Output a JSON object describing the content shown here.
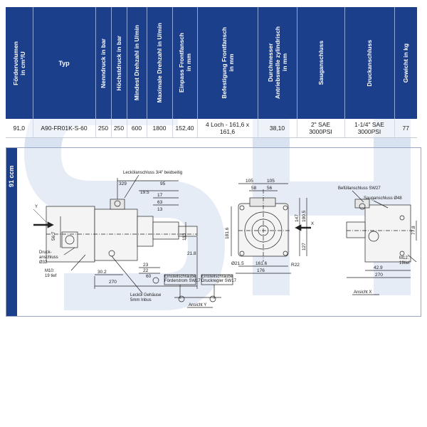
{
  "colors": {
    "header_bg": "#1c3f8c",
    "header_text": "#ffffff",
    "watermark": "#d9e2f1"
  },
  "table": {
    "headers": [
      "Fördervolumen\nin cm³/U",
      "Typ",
      "Nenndruck in bar",
      "Höchstdruck in bar",
      "Mindest Drehzahl in U/min",
      "Maximale Drehzahl  in U/min",
      "Einpass Frontfansch\nin mm",
      "Befestigung Frontfansch\nin mm",
      "Durchmesser\nAntriebswelle zylindrisch\nin mm",
      "Sauganschluss",
      "Druckanschluss",
      "Gewicht in kg"
    ],
    "row": [
      "91,0",
      "A90-FR01K-S-60",
      "250",
      "250",
      "600",
      "1800",
      "152,40",
      "4 Loch - 161,6 x 161,6",
      "38,10",
      "2\" SAE\n3000PSI",
      "1-1/4\" SAE\n3000PSI",
      "77"
    ]
  },
  "drawing": {
    "side_label": "91 ccm",
    "labels": {
      "leckol": "Leckölanschluss 3/4\" beidseitig",
      "druck1": "Druck-",
      "druck2": "anschluss",
      "d32": "Ø32",
      "m10a": "M10:",
      "m10b": "19 tief",
      "y": "Y",
      "x": "X",
      "leckol_geh1": "Lecköl Gehäuse",
      "leckol_geh2": "5mm Inbus",
      "einstell1a": "Einstellschraube",
      "einstell1b": "Förderstrom SW17",
      "einstell2a": "Einstellschraube",
      "einstell2b": "Druckregler SW17",
      "ansicht_y": "Ansicht Y",
      "befull": "Befüllanschluss SW27",
      "saug": "Sauganschluss Ø48",
      "m12a": "M12:",
      "m12b": "19tief",
      "ansicht_x": "Ansicht X"
    },
    "dims": {
      "d329": "329",
      "d95": "95",
      "d19_5": "19.5",
      "d17": "17",
      "d63": "63",
      "d13": "13",
      "d56_7": "56.7",
      "d23": "23",
      "d22": "22",
      "d30_2": "30.2",
      "d60": "60",
      "d270": "270",
      "d21_8": "21.8",
      "d113": "113",
      "d105a": "105",
      "d105b": "105",
      "d58": "58",
      "d56": "56",
      "d190_5": "190.5",
      "d147": "147",
      "d181_6": "181.6",
      "d127": "127",
      "d21_5": "Ø21.5",
      "d161_6": "161.6",
      "d176": "176",
      "r22": "R22",
      "d77_8": "77.8",
      "d42_9": "42.9",
      "d270b": "270"
    }
  }
}
